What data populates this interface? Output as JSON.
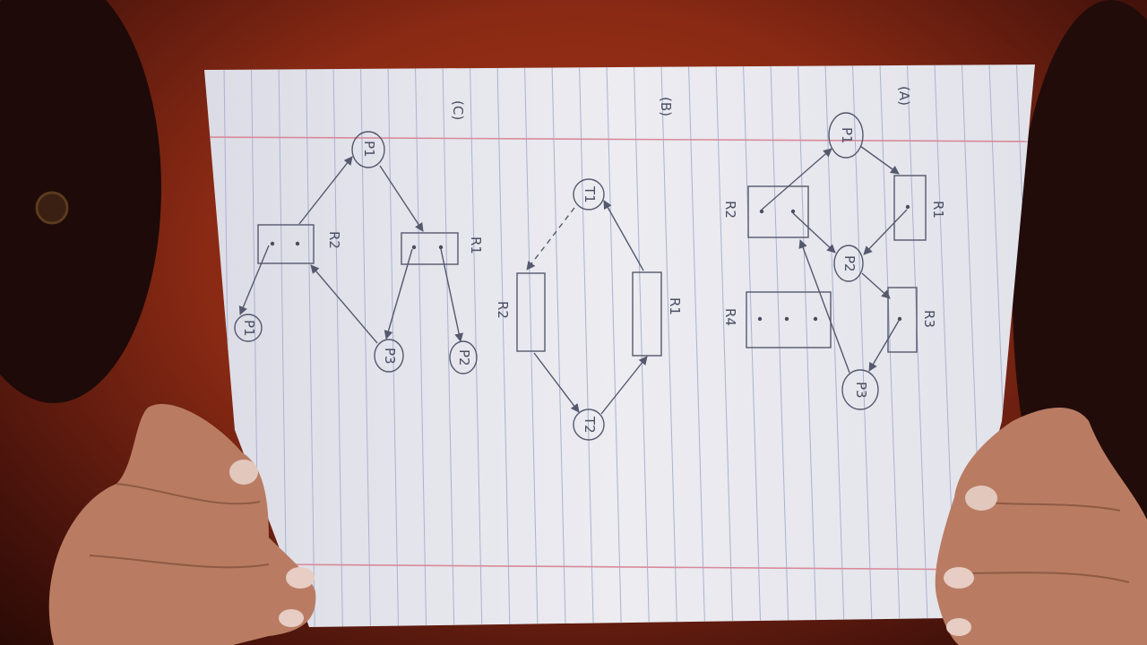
{
  "scene": {
    "description_type": "photo of hand-drawn resource allocation graphs on lined paper"
  },
  "diagrams": {
    "c": {
      "label": "(C)",
      "nodes": {
        "p1": "P1",
        "r2": "R2",
        "r1": "R1",
        "pl": "P1",
        "p3": "P3",
        "p2": "P2"
      }
    },
    "b": {
      "label": "(B)",
      "nodes": {
        "t1": "T1",
        "r2": "R2",
        "r1": "R1",
        "t2": "T2"
      }
    },
    "a": {
      "label": "(A)",
      "nodes": {
        "p1": "P1",
        "r2": "R2",
        "r1": "R1",
        "p2": "P2",
        "r4": "R4",
        "r3": "R3",
        "p3": "P3"
      }
    }
  },
  "colors": {
    "ink": "#55596d",
    "paper": "#e9e8ee",
    "margin_line": "#d98a9a",
    "rule_line": "#a9b3d0"
  }
}
